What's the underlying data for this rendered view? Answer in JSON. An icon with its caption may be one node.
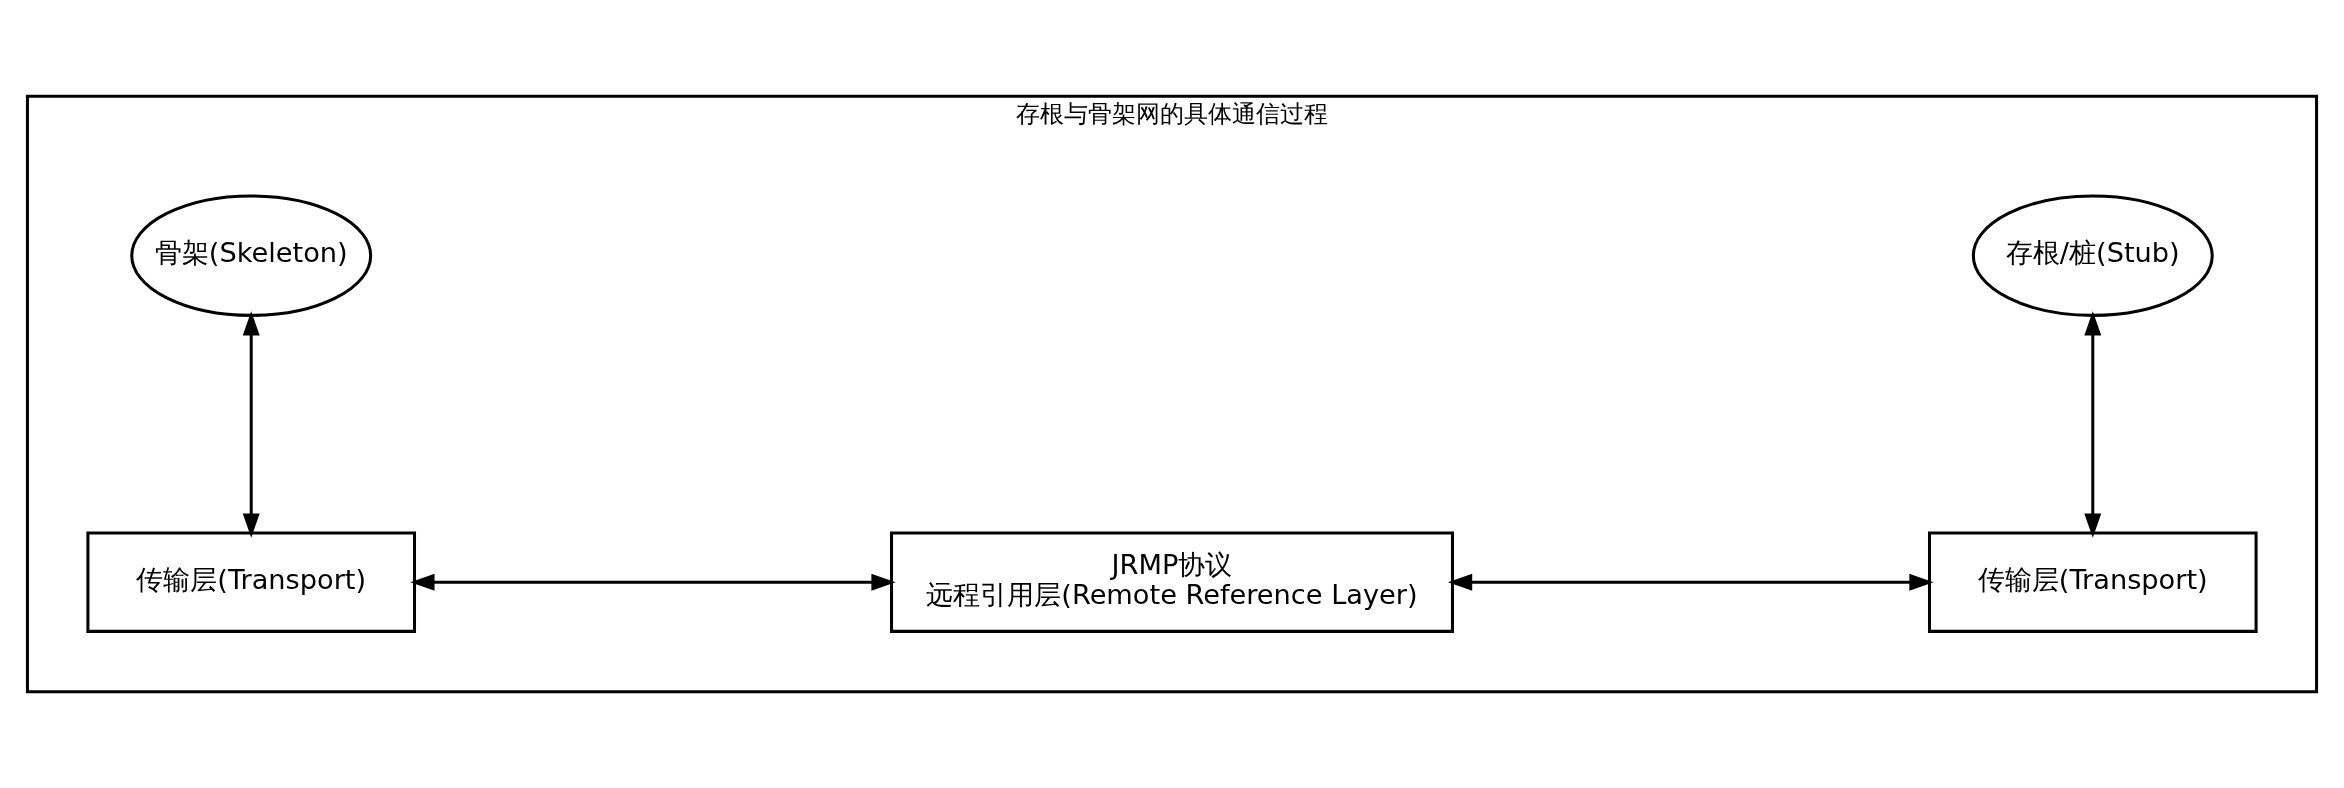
{
  "diagram": {
    "nodes": [
      {
        "text": [
          "存根与骨架网的具体通信过程"
        ]
      },
      {
        "text": [
          "骨架(Skeleton)"
        ],
        "in": 0
      },
      {
        "text": [
          "存根/桩(Stub)"
        ],
        "in": 0
      },
      {
        "text": [
          "传输层(Transport)"
        ],
        "in": 0
      },
      {
        "text": [
          "JRMP协议",
          "远程引用层(Remote Reference Layer)"
        ],
        "in": 0
      },
      {
        "text": [
          "传输层(Transport)"
        ],
        "in": 0
      }
    ],
    "edges": [
      {
        "from": 1,
        "to": 3,
        "arrow": "both"
      },
      {
        "from": 3,
        "to": 4,
        "arrow": "both"
      },
      {
        "from": 4,
        "to": 5,
        "arrow": "both"
      },
      {
        "from": 2,
        "to": 5,
        "arrow": "both"
      }
    ]
  }
}
